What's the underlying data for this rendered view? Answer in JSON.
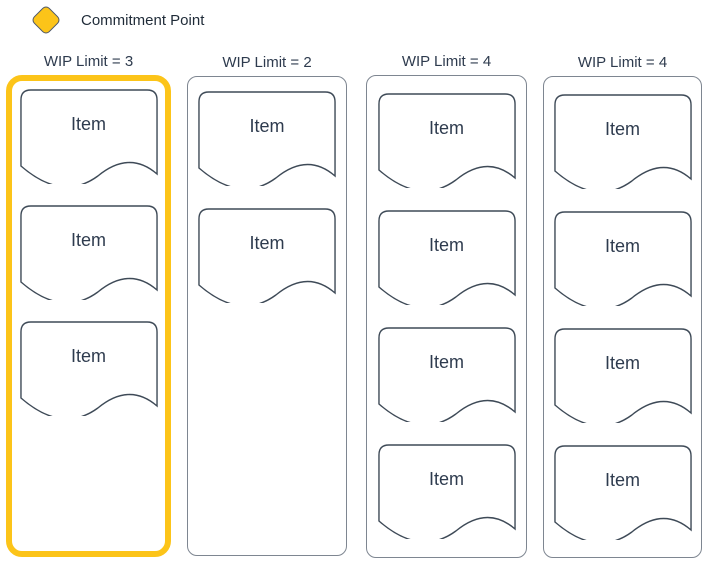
{
  "legend": {
    "icon": "commitment-point-diamond-icon",
    "label": "Commitment Point",
    "icon_color": "#FCC419"
  },
  "colors": {
    "accent_yellow": "#FCC419",
    "item_stroke": "#3E4A57",
    "column_stroke": "#7E8691",
    "text": "#2E3B4E",
    "background": "#FFFFFF"
  },
  "columns": [
    {
      "header": "WIP Limit = 3",
      "wip_limit": 3,
      "highlighted": true,
      "items": [
        {
          "label": "Item"
        },
        {
          "label": "Item"
        },
        {
          "label": "Item"
        }
      ]
    },
    {
      "header": "WIP Limit = 2",
      "wip_limit": 2,
      "highlighted": false,
      "items": [
        {
          "label": "Item"
        },
        {
          "label": "Item"
        }
      ]
    },
    {
      "header": "WIP Limit = 4",
      "wip_limit": 4,
      "highlighted": false,
      "items": [
        {
          "label": "Item"
        },
        {
          "label": "Item"
        },
        {
          "label": "Item"
        },
        {
          "label": "Item"
        }
      ]
    },
    {
      "header": "WIP Limit = 4",
      "wip_limit": 4,
      "highlighted": false,
      "items": [
        {
          "label": "Item"
        },
        {
          "label": "Item"
        },
        {
          "label": "Item"
        },
        {
          "label": "Item"
        }
      ]
    }
  ]
}
